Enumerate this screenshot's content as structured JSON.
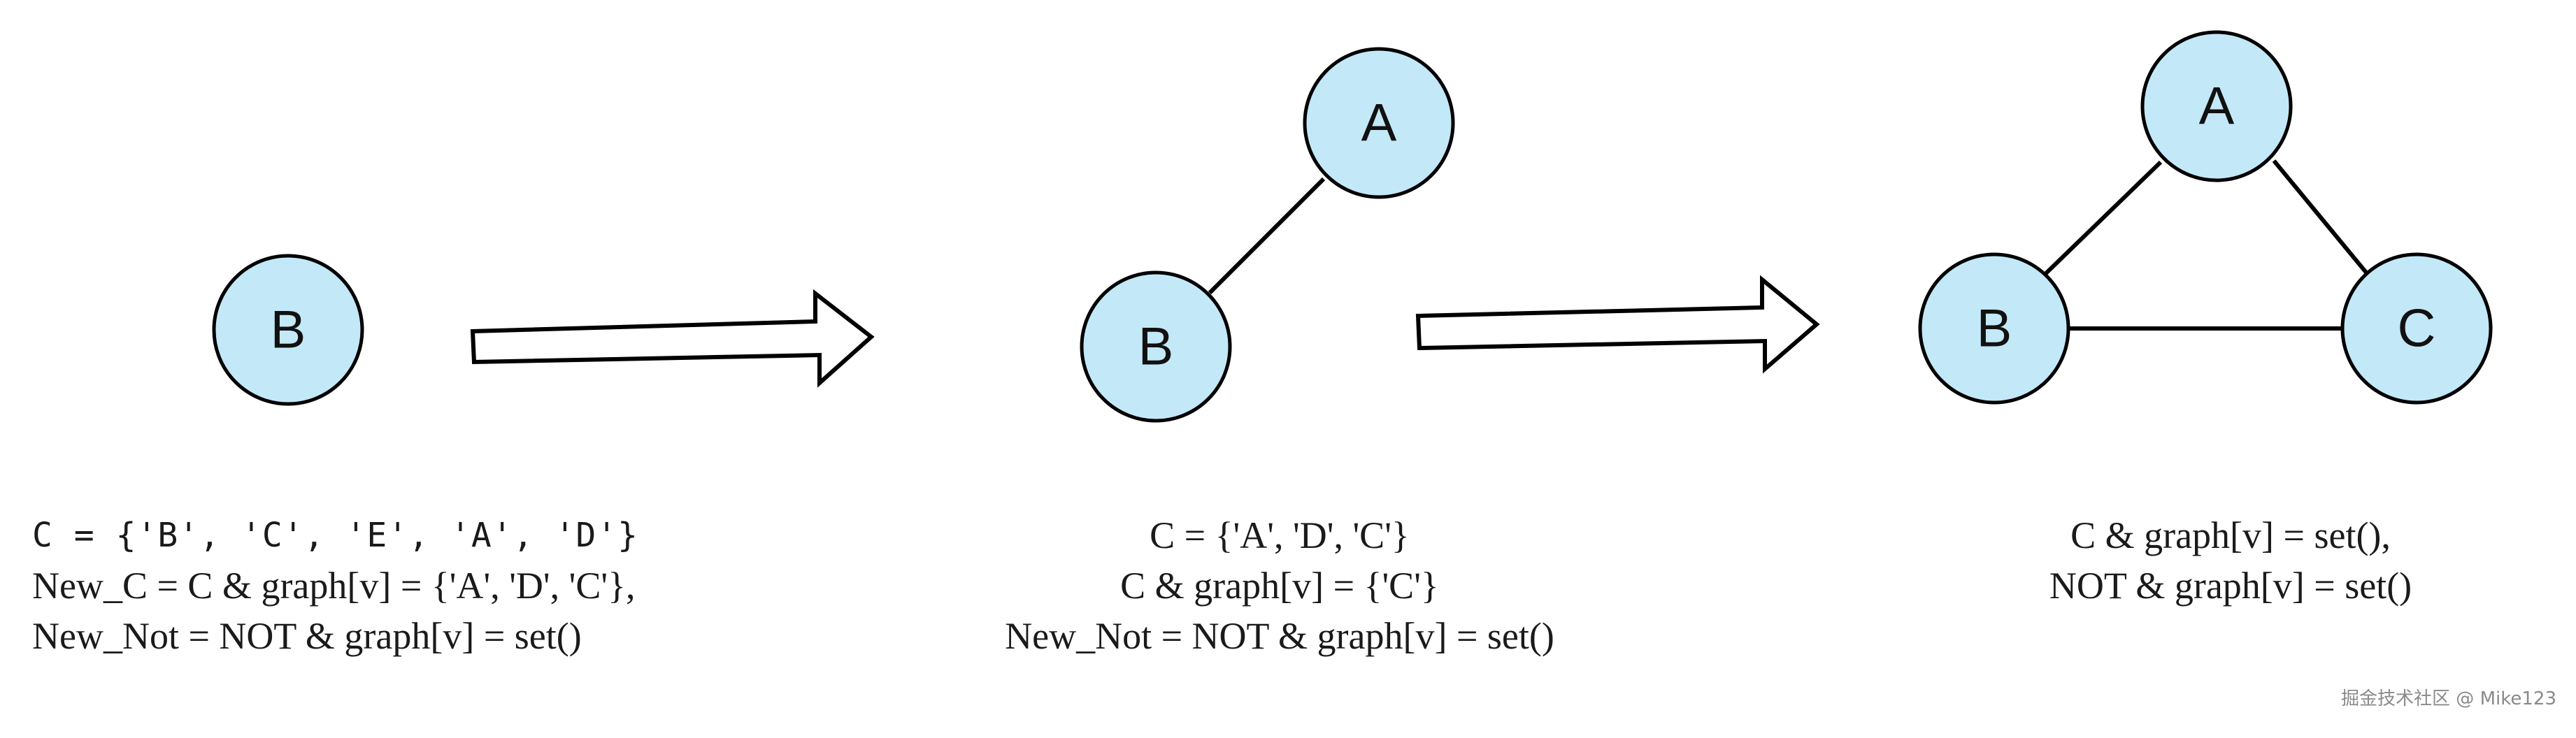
{
  "stages": [
    {
      "nodes": [
        "B"
      ],
      "caption": [
        "C = {'B', 'C', 'E', 'A', 'D'}",
        "New_C = C & graph[v] = {'A', 'D', 'C'},",
        "New_Not = NOT & graph[v] = set()"
      ]
    },
    {
      "nodes": [
        "A",
        "B"
      ],
      "caption": [
        "C = {'A', 'D', 'C'}",
        "C & graph[v] = {'C'}",
        "New_Not = NOT & graph[v] = set()"
      ]
    },
    {
      "nodes": [
        "A",
        "B",
        "C"
      ],
      "caption": [
        "C & graph[v] = set(),",
        "NOT & graph[v] = set()"
      ]
    }
  ],
  "colors": {
    "node_fill": "#c3e8f7",
    "stroke": "#000000"
  },
  "watermark": "掘金技术社区 @ Mike123"
}
